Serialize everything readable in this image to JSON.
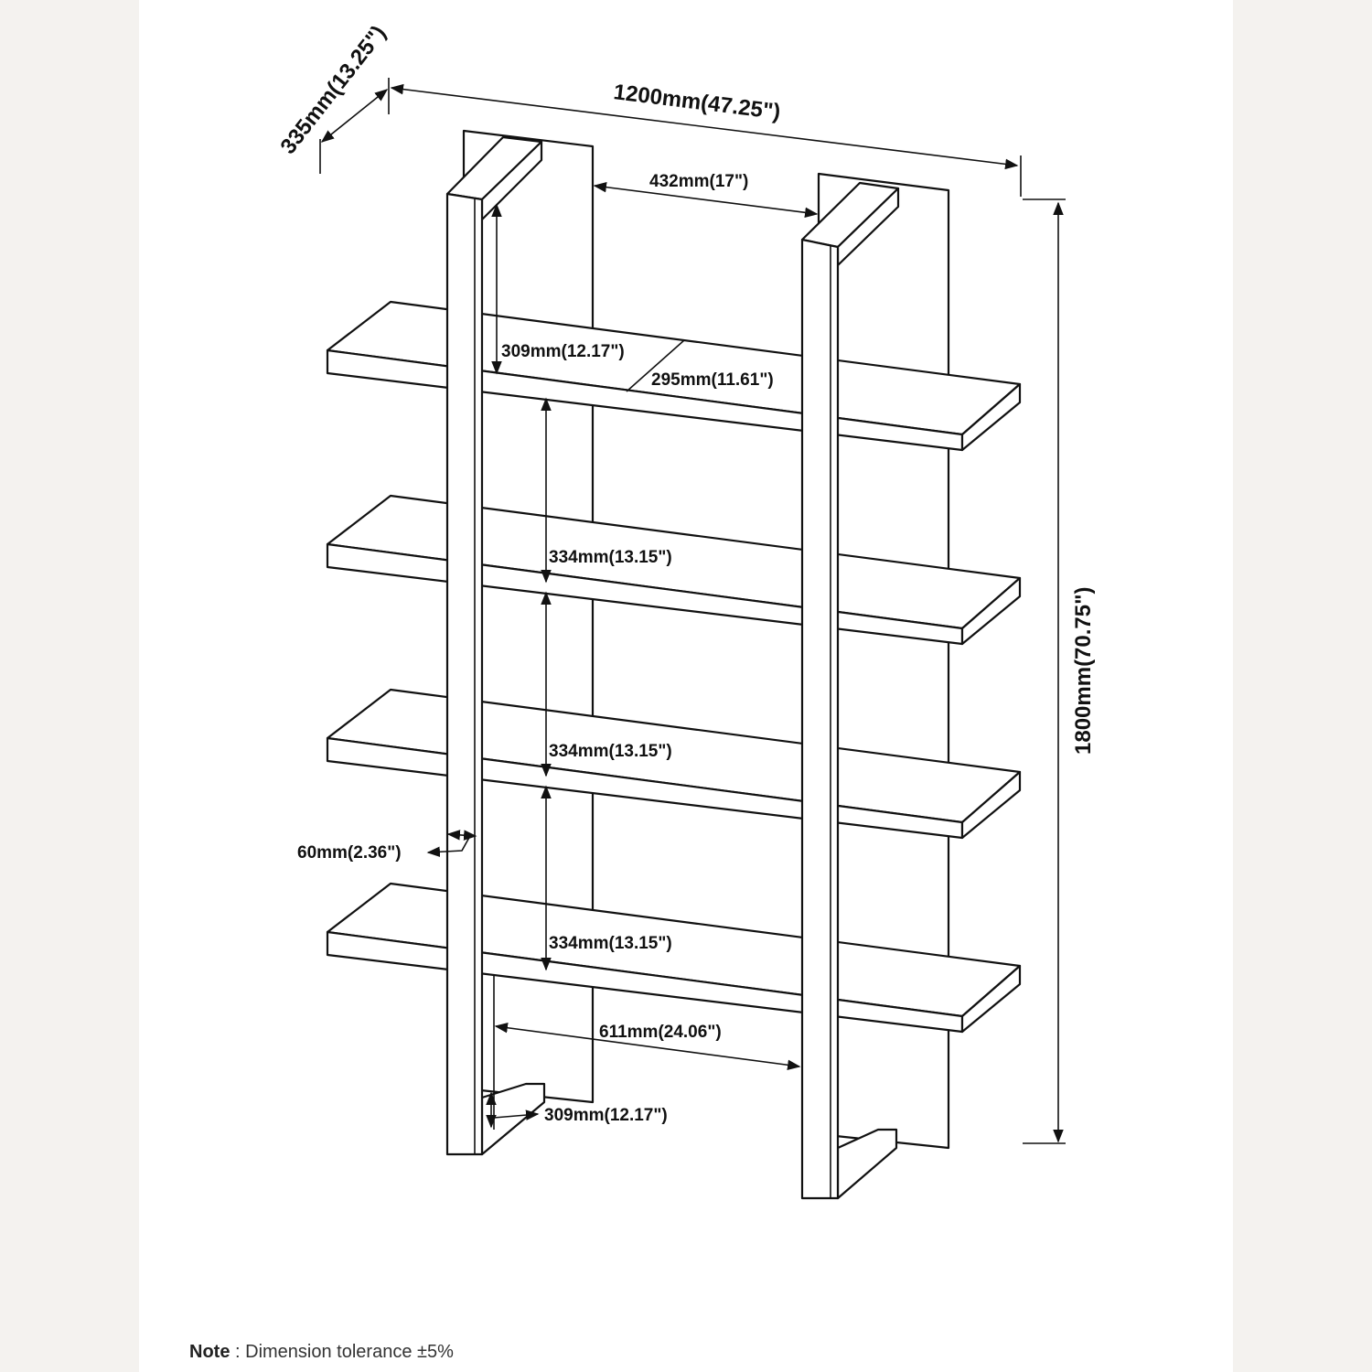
{
  "dimensions": {
    "depth": "335mm(13.25\")",
    "width": "1200mm(47.25\")",
    "height": "1800mm(70.75\")",
    "panel_gap": "432mm(17\")",
    "top_clearance": "309mm(12.17\")",
    "shelf_depth": "295mm(11.61\")",
    "shelf_spacing_1": "334mm(13.15\")",
    "shelf_spacing_2": "334mm(13.15\")",
    "shelf_spacing_3": "334mm(13.15\")",
    "post_width": "60mm(2.36\")",
    "inner_width": "611mm(24.06\")",
    "bottom_clearance": "309mm(12.17\")"
  },
  "note": {
    "label": "Note",
    "text": " : Dimension tolerance ±5%"
  },
  "colors": {
    "line": "#111111",
    "background": "#ffffff",
    "margin": "#f4f2ef"
  }
}
